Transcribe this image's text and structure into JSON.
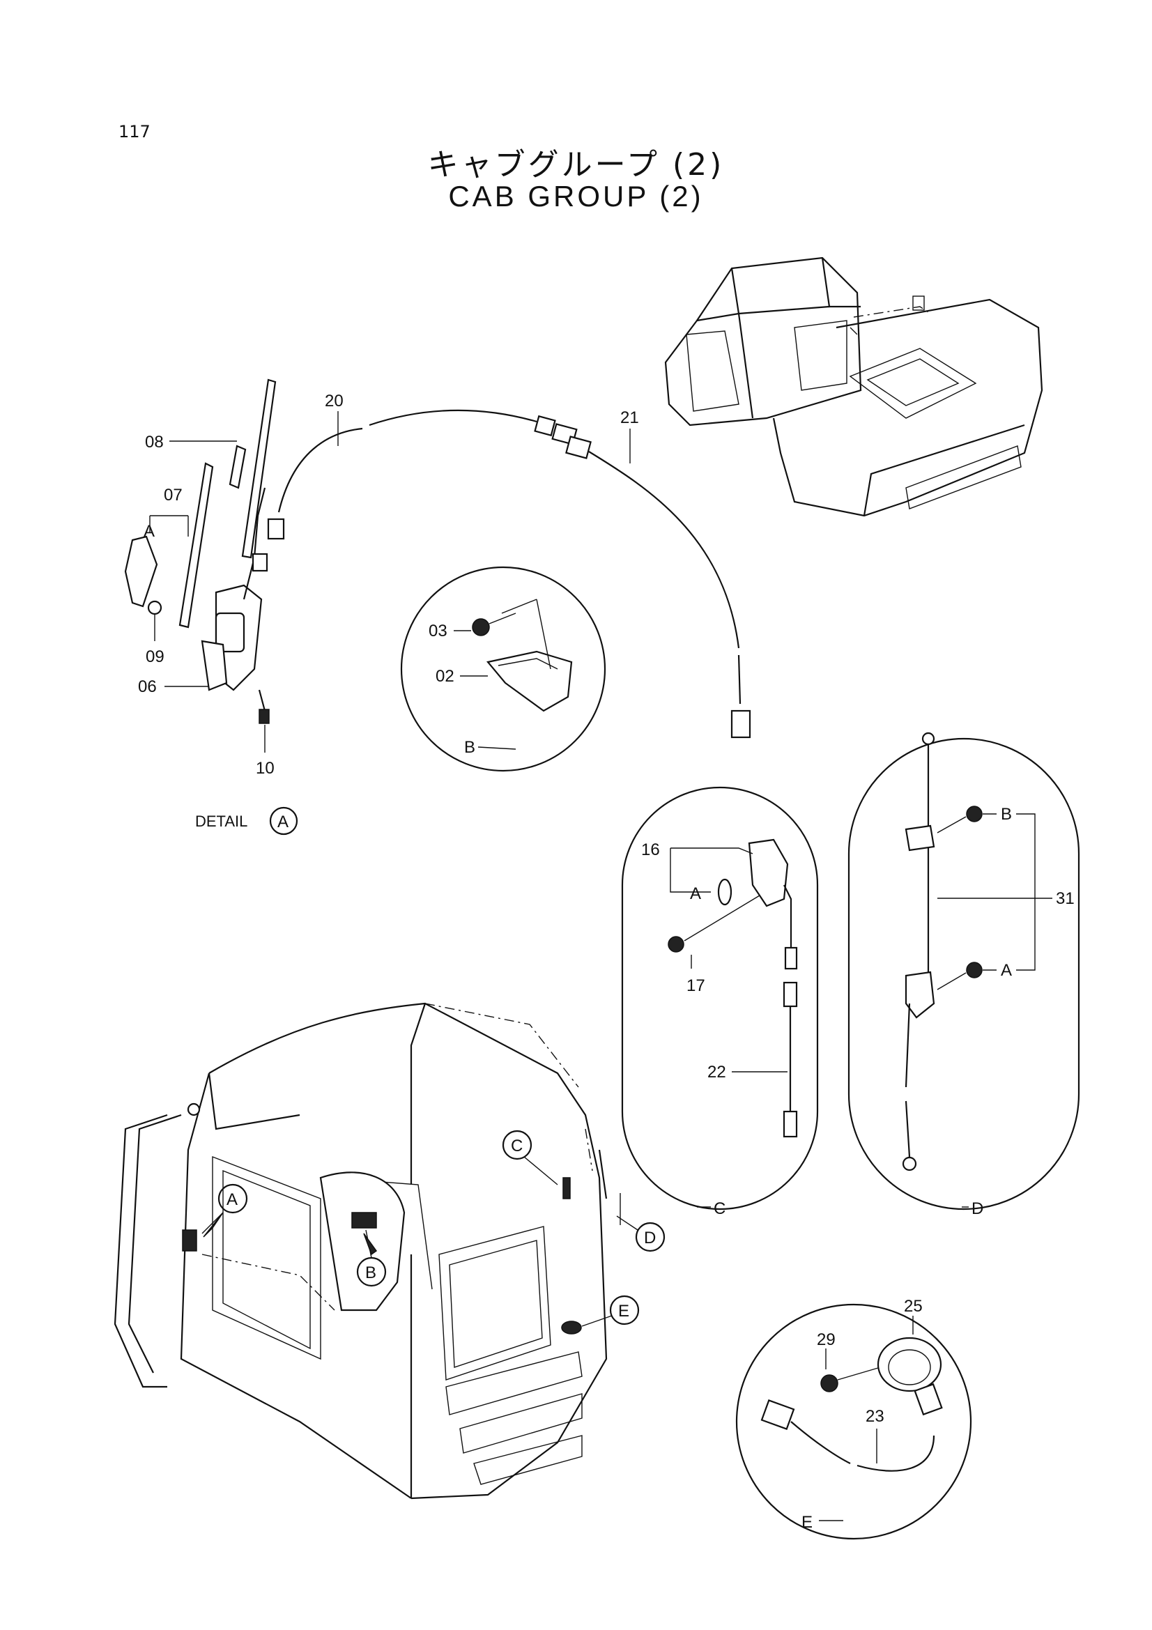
{
  "page": {
    "number": "117"
  },
  "title": {
    "jp": "キャブグループ (2)",
    "en": "CAB GROUP (2)"
  },
  "detail_label": "DETAIL",
  "detail_letter": "A",
  "callouts": [
    "08",
    "07",
    "A",
    "09",
    "06",
    "10",
    "20",
    "21",
    "03",
    "02",
    "B",
    "16",
    "A",
    "17",
    "22",
    "C",
    "B",
    "A",
    "31",
    "D",
    "29",
    "25",
    "23",
    "E"
  ],
  "location_markers": [
    "A",
    "B",
    "C",
    "D",
    "E"
  ]
}
